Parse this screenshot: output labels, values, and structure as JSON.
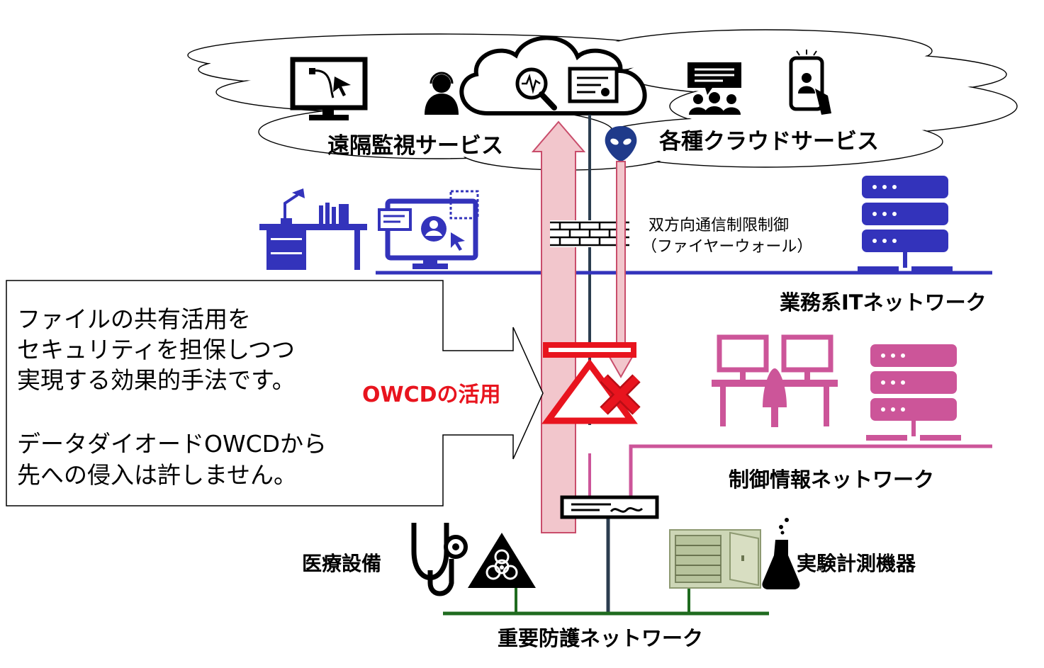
{
  "cloud": {
    "remote_monitoring_label": "遠隔監視サービス",
    "cloud_services_label": "各種クラウドサービス"
  },
  "firewall": {
    "label_line1": "双方向通信制限制御",
    "label_line2": "（ファイヤーウォール）"
  },
  "networks": {
    "business_it": "業務系ITネットワーク",
    "control_info": "制御情報ネットワーク",
    "critical_protection": "重要防護ネットワーク"
  },
  "owcd": {
    "label": "OWCDの活用"
  },
  "callout": {
    "lines": [
      "ファイルの共有活用を",
      "セキュリティを担保しつつ",
      "実現する効果的手法です。",
      "",
      "データダイオードOWCDから",
      "先への侵入は許しません。"
    ]
  },
  "devices": {
    "medical_equipment": "医療設備",
    "lab_instruments": "実験計測機器"
  },
  "colors": {
    "business_network": "#3333bb",
    "control_network": "#cc5599",
    "critical_network": "#1f6b1f",
    "owcd_red": "#e8141e",
    "upload_arrow_fill": "#f2c6cc",
    "trunk_line": "#2b3d4f"
  },
  "icons": [
    "monitor-curve-icon",
    "support-agent-icon",
    "cloud-icon",
    "magnifier-chart-icon",
    "certificate-icon",
    "chat-group-icon",
    "smartphone-user-icon",
    "alien-attacker-icon",
    "office-desk-icon",
    "web-monitor-icon",
    "server-rack-icon",
    "firewall-brick-icon",
    "data-diode-icon",
    "blocked-x-icon",
    "control-desk-icon",
    "gateway-device-icon",
    "stethoscope-icon",
    "biohazard-icon",
    "lab-cabinet-icon",
    "flask-icon"
  ]
}
